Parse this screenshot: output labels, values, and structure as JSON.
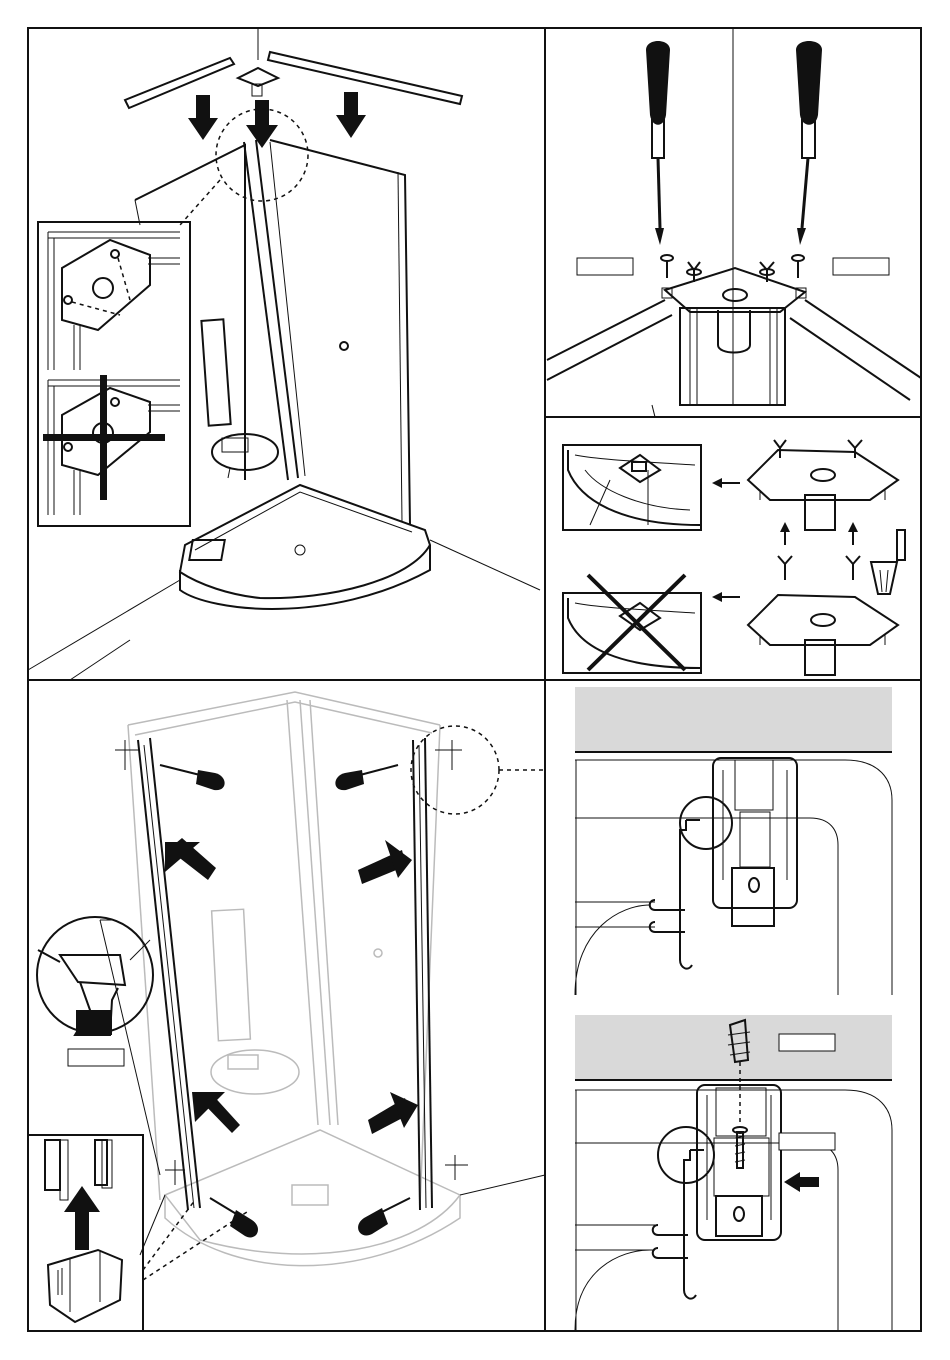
{
  "page": {
    "background": "#ffffff",
    "ink": "#111111",
    "ceiling_shade": "#d9d9d9"
  },
  "panels": [
    {
      "id": "panel-1",
      "icons": [
        "top-rail",
        "corner-connector",
        "down-arrow",
        "detail-callout",
        "prohibited-cross"
      ]
    },
    {
      "id": "panel-2",
      "icons": [
        "screwdriver",
        "screw",
        "wing-nut",
        "connector-plate"
      ]
    },
    {
      "id": "panel-3",
      "icons": [
        "shower-tray",
        "connector-plate",
        "up-arrow",
        "left-arrow",
        "cup-part",
        "prohibited-cross"
      ]
    },
    {
      "id": "panel-4",
      "icons": [
        "shower-enclosure",
        "screwdriver",
        "push-arrow",
        "drill",
        "profile-insert"
      ]
    },
    {
      "id": "panel-5",
      "icons": [
        "ceiling",
        "wall-bracket",
        "profile-section",
        "dowel",
        "screw",
        "push-arrow"
      ]
    }
  ],
  "part_labels": [
    "",
    "",
    "",
    "",
    ""
  ]
}
